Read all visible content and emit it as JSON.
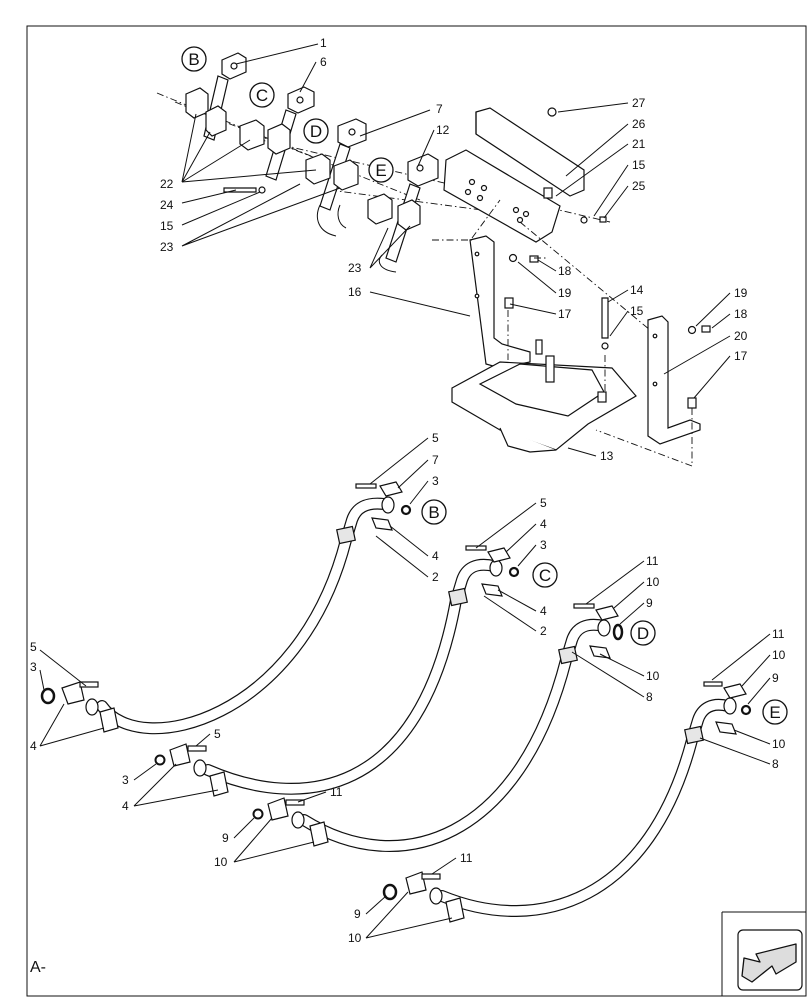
{
  "labels": {
    "l1": "1",
    "l6": "6",
    "l7": "7",
    "l12": "12",
    "l22": "22",
    "l24": "24",
    "l15a": "15",
    "l23a": "23",
    "l23b": "23",
    "l27": "27",
    "l26": "26",
    "l21": "21",
    "l15b": "15",
    "l25": "25",
    "l18a": "18",
    "l19a": "19",
    "l16": "16",
    "l17a": "17",
    "l14": "14",
    "l15c": "15",
    "l19b": "19",
    "l18b": "18",
    "l20": "20",
    "l17b": "17",
    "l13": "13",
    "h1_5": "5",
    "h1_7": "7",
    "h1_3": "3",
    "h1_4": "4",
    "h1_2": "2",
    "h1_5b": "5",
    "h1_3b": "3",
    "h1_4b": "4",
    "h2_5": "5",
    "h2_4": "4",
    "h2_3": "3",
    "h2_4b": "4",
    "h2_2": "2",
    "h2_5b": "5",
    "h2_3b": "3",
    "h2_4c": "4",
    "h3_11": "11",
    "h3_10": "10",
    "h3_9": "9",
    "h3_10b": "10",
    "h3_8": "8",
    "h3_11b": "11",
    "h3_9b": "9",
    "h3_10c": "10",
    "h4_11": "11",
    "h4_10": "10",
    "h4_9": "9",
    "h4_10b": "10",
    "h4_8": "8",
    "h4_11b": "11",
    "h4_9b": "9",
    "h4_10c": "10"
  },
  "refs": {
    "b1": "B",
    "c1": "C",
    "d1": "D",
    "e1": "E",
    "b2": "B",
    "c2": "C",
    "d2": "D",
    "e2": "E"
  },
  "corner_label": "A-"
}
